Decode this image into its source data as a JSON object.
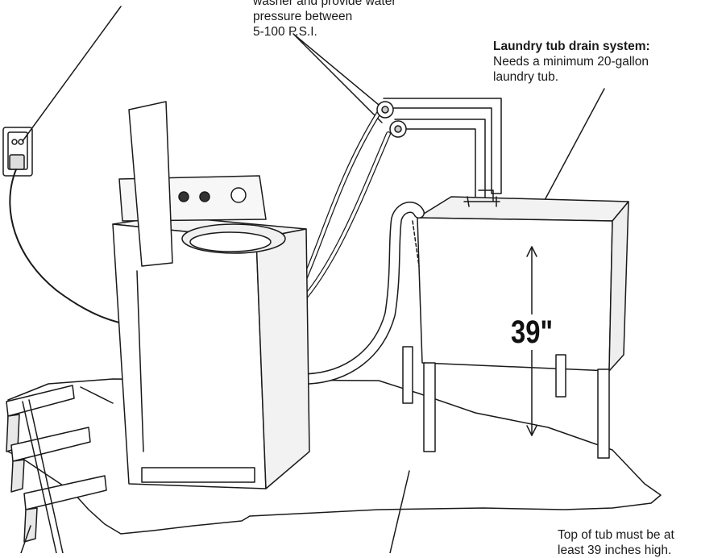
{
  "callouts": {
    "water": {
      "line1": "washer and provide water",
      "line2": "pressure between",
      "line3": "5-100 P.S.I."
    },
    "drain": {
      "title": "Laundry tub drain system:",
      "line1": "Needs a minimum 20-gallon",
      "line2": "laundry tub."
    },
    "height": {
      "line1": "Top of tub must be at",
      "line2": "least 39 inches high."
    }
  },
  "measurement": {
    "value": "39\""
  },
  "colors": {
    "line": "#1a1a1a",
    "fill": "#ffffff",
    "shade": "#f2f2f2"
  }
}
